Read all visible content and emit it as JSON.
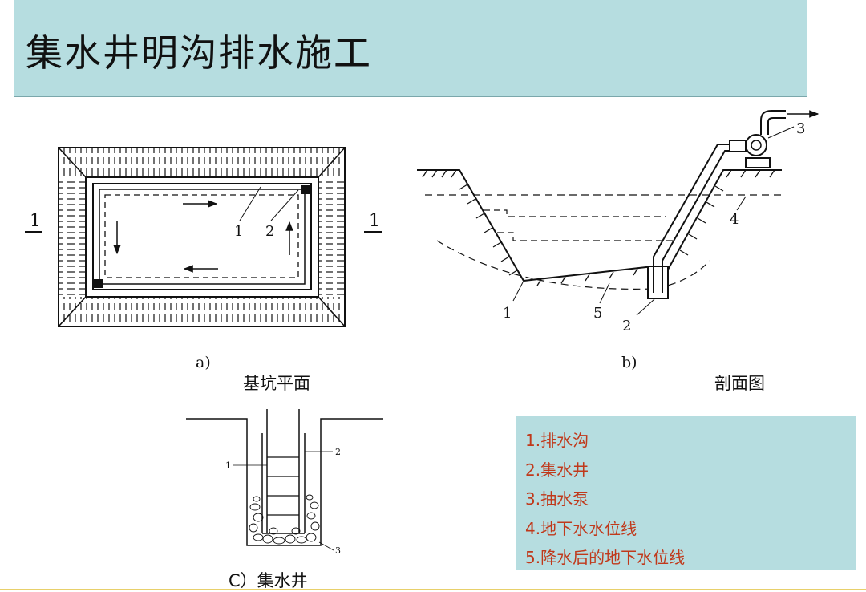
{
  "title": "集水井明沟排水施工",
  "diagram_a": {
    "sub_label": "a)",
    "caption": "基坑平面",
    "section_marks": [
      "1",
      "1"
    ],
    "callouts": [
      "1",
      "2"
    ]
  },
  "diagram_b": {
    "sub_label": "b)",
    "caption": "剖面图",
    "callouts": [
      "1",
      "2",
      "3",
      "4",
      "5"
    ]
  },
  "diagram_c": {
    "caption": "C）集水井",
    "callouts": [
      "1",
      "2",
      "3"
    ]
  },
  "legend": [
    "1.排水沟",
    "2.集水井",
    "3.抽水泵",
    "4.地下水水位线",
    "5.降水后的地下水位线"
  ],
  "colors": {
    "title_bg": "#b6dde0",
    "legend_bg": "#b6dde0",
    "legend_text": "#c0391b",
    "line": "#111111"
  }
}
